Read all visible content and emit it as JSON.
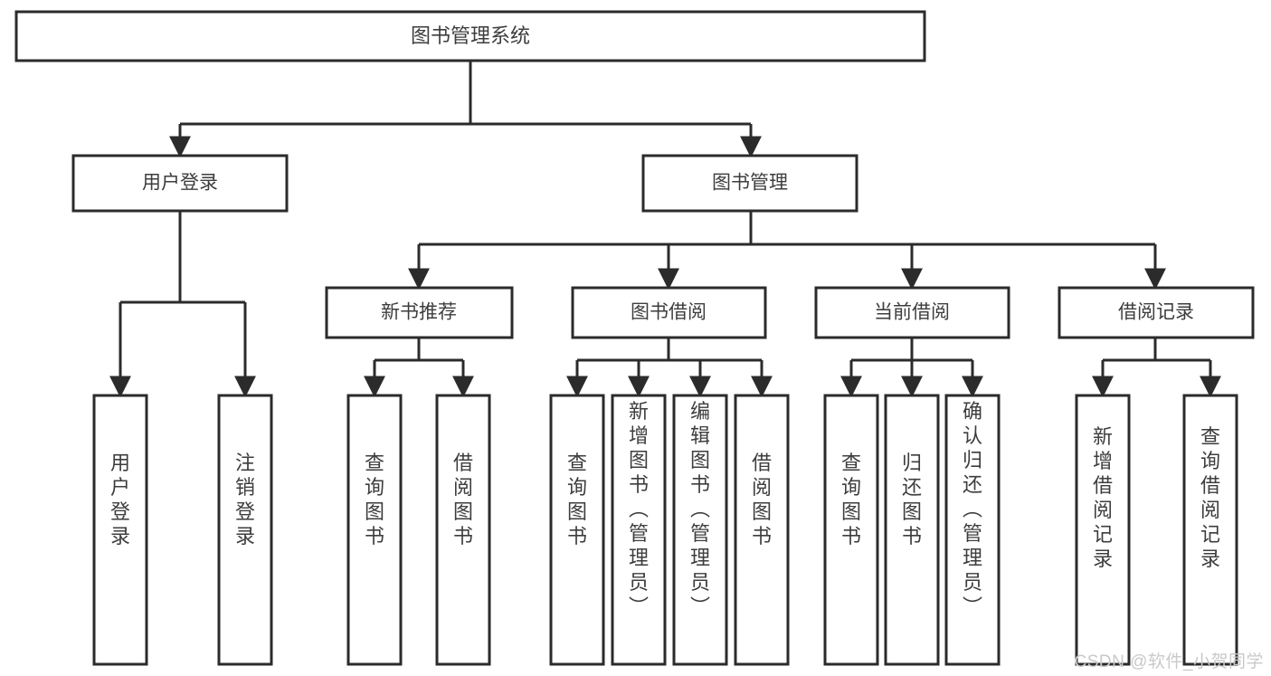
{
  "diagram": {
    "type": "tree-hierarchy",
    "title": "图书管理系统",
    "watermark": "CSDN @软件_小贺同学",
    "colors": {
      "box_stroke": "#2b2b2b",
      "box_fill": "#ffffff",
      "text": "#3d3d3d",
      "connector": "#2b2b2b",
      "watermark": "#c9c9c9",
      "background": "#ffffff"
    },
    "root": {
      "label": "图书管理系统"
    },
    "level1": [
      {
        "label": "用户登录"
      },
      {
        "label": "图书管理"
      }
    ],
    "level2": [
      {
        "label": "新书推荐"
      },
      {
        "label": "图书借阅"
      },
      {
        "label": "当前借阅"
      },
      {
        "label": "借阅记录"
      }
    ],
    "leaves": {
      "user_login": [
        {
          "label": "用户登录"
        },
        {
          "label": "注销登录"
        }
      ],
      "new_book_recommend": [
        {
          "label": "查询图书"
        },
        {
          "label": "借阅图书"
        }
      ],
      "book_borrow": [
        {
          "label": "查询图书"
        },
        {
          "label": "新增图书（管理员）"
        },
        {
          "label": "编辑图书（管理员）"
        },
        {
          "label": "借阅图书"
        }
      ],
      "current_borrow": [
        {
          "label": "查询图书"
        },
        {
          "label": "归还图书"
        },
        {
          "label": "确认归还（管理员）"
        }
      ],
      "borrow_record": [
        {
          "label": "新增借阅记录"
        },
        {
          "label": "查询借阅记录"
        }
      ]
    }
  }
}
